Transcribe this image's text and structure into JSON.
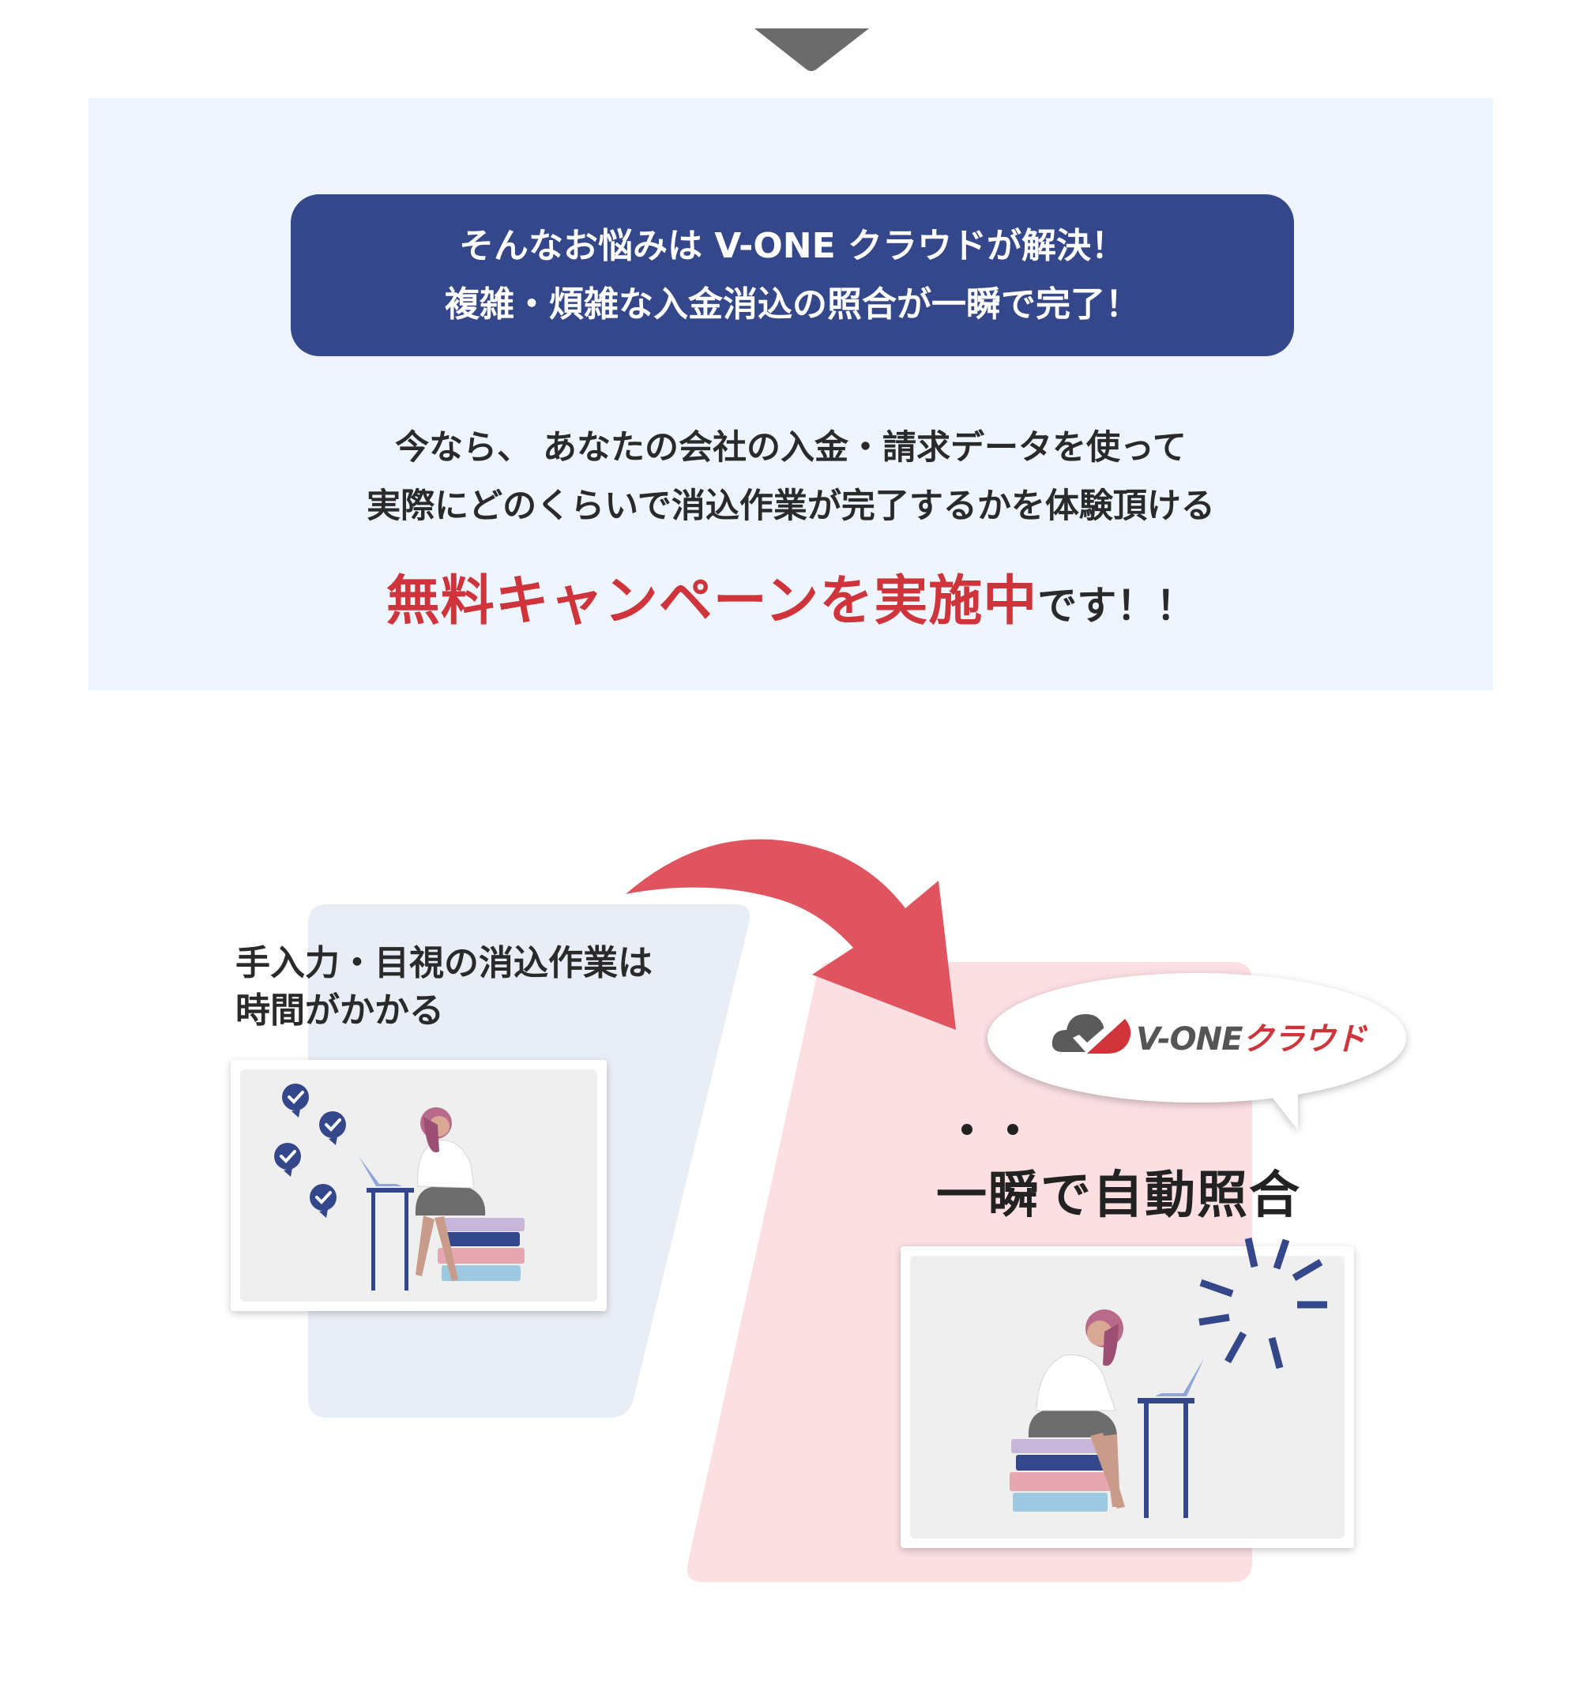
{
  "campaign": {
    "headline_line1": "そんなお悩みは V-ONE クラウドが解決！",
    "headline_line2": "複雑・煩雑な入金消込の照合が一瞬で完了！",
    "body_line1": "今なら、 あなたの会社の入金・請求データを使って",
    "body_line2": "実際にどのくらいで消込作業が完了するかを体験頂ける",
    "cta_highlight": "無料キャンペーンを実施中",
    "cta_suffix": "です！！"
  },
  "comparison": {
    "manual_line1": "手入力・目視の消込作業は",
    "manual_line2": "時間がかかる",
    "logo_part1": "V-ONE",
    "logo_part2": "クラウド",
    "auto_caption": "一瞬で自動照合"
  },
  "icons": {
    "chevron": "chevron-down-icon",
    "arrow": "curved-arrow-icon",
    "check": "check-bubble-icon",
    "burst": "burst-lines-icon",
    "logo": "cloud-check-logo-icon"
  },
  "colors": {
    "navy": "#33478a",
    "accent_red": "#d0343b",
    "panel_bg": "#eef5fe",
    "blue_shape": "#e9edf5",
    "pink_shape": "#fbdfe3",
    "arrow": "#e0545f"
  }
}
